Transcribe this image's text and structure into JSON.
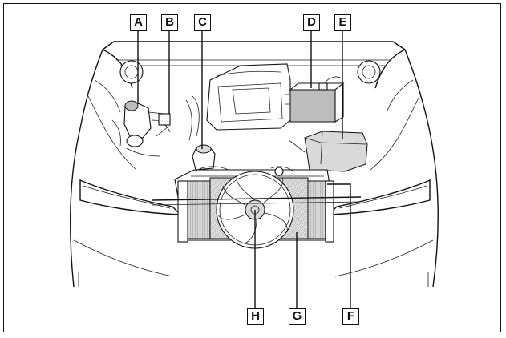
{
  "callouts": [
    {
      "id": "A",
      "text": "A"
    },
    {
      "id": "B",
      "text": "B"
    },
    {
      "id": "C",
      "text": "C"
    },
    {
      "id": "D",
      "text": "D"
    },
    {
      "id": "E",
      "text": "E"
    },
    {
      "id": "H",
      "text": "H"
    },
    {
      "id": "G",
      "text": "G"
    },
    {
      "id": "F",
      "text": "F"
    }
  ]
}
